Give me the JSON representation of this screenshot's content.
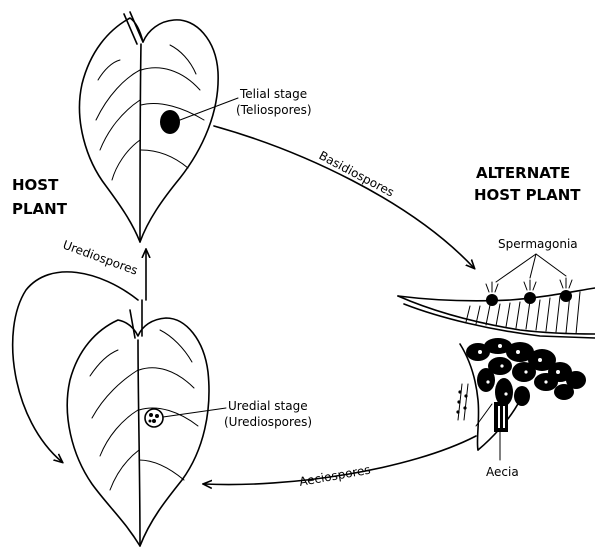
{
  "labels": {
    "host_plant_line1": "HOST",
    "host_plant_line2": "PLANT",
    "alternate_line1": "ALTERNATE",
    "alternate_line2": "HOST PLANT",
    "telial_line1": "Telial stage",
    "telial_line2": "(Teliospores)",
    "uredial_line1": "Uredial stage",
    "uredial_line2": "(Urediospores)",
    "spermagonia": "Spermagonia",
    "aecia": "Aecia",
    "basidiospores": "Basidiospores",
    "aeciospores": "Aeciospores",
    "urediospores": "Urediospores"
  },
  "colors": {
    "ink": "#000000",
    "paper": "#ffffff"
  }
}
